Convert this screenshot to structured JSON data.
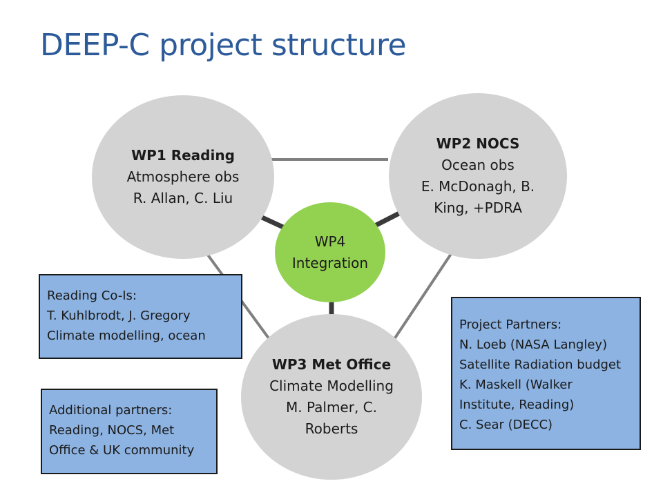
{
  "title": "DEEP-C project structure",
  "wp1": {
    "name": "WP1 Reading",
    "line1": "Atmosphere obs",
    "line2": "R. Allan, C. Liu"
  },
  "wp2": {
    "name": "WP2 NOCS",
    "line1": "Ocean obs",
    "line2": "E. McDonagh, B.",
    "line3": "King, +PDRA"
  },
  "wp3": {
    "name": "WP3 Met Office",
    "line1": "Climate Modelling",
    "line2": "M. Palmer, C.",
    "line3": "Roberts"
  },
  "wp4": {
    "line1": "WP4",
    "line2": "Integration"
  },
  "reading_cois": {
    "lines": [
      "Reading Co-Is:",
      "T. Kuhlbrodt, J. Gregory",
      "Climate modelling, ocean"
    ]
  },
  "additional_partners": {
    "lines": [
      "Additional partners:",
      "Reading, NOCS, Met",
      "Office & UK community"
    ]
  },
  "project_partners": {
    "lines": [
      "Project Partners:",
      "N. Loeb (NASA Langley)",
      "Satellite Radiation budget",
      "K. Maskell (Walker",
      "Institute, Reading)",
      "C. Sear (DECC)"
    ]
  },
  "colors": {
    "title": "#2d5b9a",
    "wp_circle": "#d3d3d3",
    "integration": "#93d150",
    "box": "#8db3e2"
  }
}
